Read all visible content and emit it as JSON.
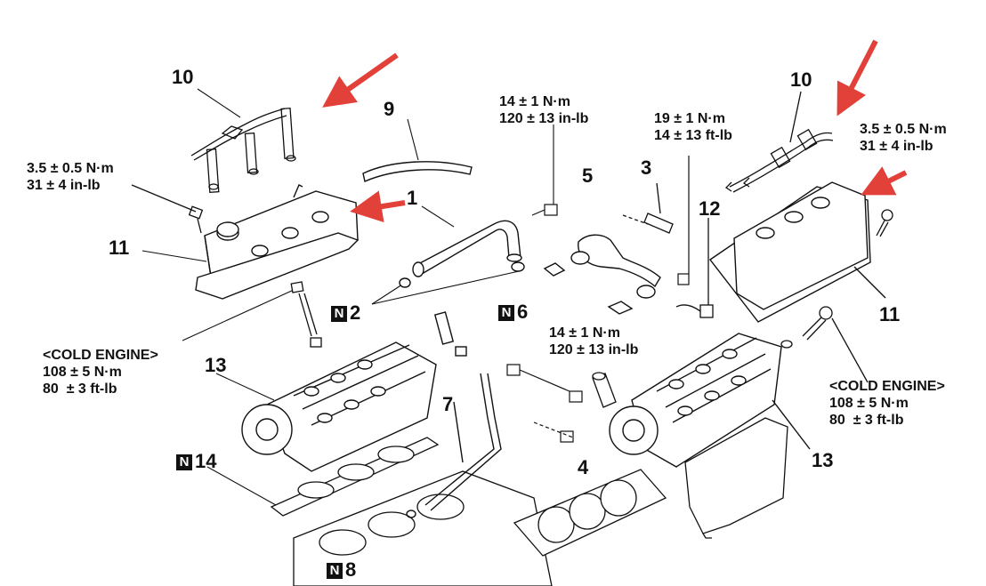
{
  "callouts": {
    "c1": "1",
    "c2": "2",
    "c3": "3",
    "c4": "4",
    "c5": "5",
    "c6": "6",
    "c7": "7",
    "c8": "8",
    "c9": "9",
    "c10_left": "10",
    "c10_right": "10",
    "c11_left": "11",
    "c11_right": "11",
    "c12": "12",
    "c13_left": "13",
    "c13_right": "13",
    "c14": "14",
    "n_badge": "N"
  },
  "torque_specs": {
    "cover_bolt_left": {
      "line1": "3.5 ± 0.5 N·m",
      "line2": "31 ± 4 in-lb"
    },
    "cover_bolt_right": {
      "line1": "3.5 ± 0.5 N·m",
      "line2": "31 ± 4 in-lb"
    },
    "pipe_bolt": {
      "line1": "14 ± 1 N·m",
      "line2": "120 ± 13 in-lb"
    },
    "fitting_bolt": {
      "line1": "19 ± 1 N·m",
      "line2": "14 ± 13 ft-lb"
    },
    "bracket_bolt": {
      "line1": "14 ± 1 N·m",
      "line2": "120 ± 13 in-lb"
    },
    "head_bolt_left": {
      "line1": "<COLD ENGINE>",
      "line2": "108 ± 5 N·m",
      "line3": "80  ± 3 ft-lb"
    },
    "head_bolt_right": {
      "line1": "<COLD ENGINE>",
      "line2": "108 ± 5 N·m",
      "line3": "80  ± 3 ft-lb"
    }
  },
  "colors": {
    "arrow": "#e2413a",
    "line": "#111111",
    "paper": "#ffffff"
  }
}
